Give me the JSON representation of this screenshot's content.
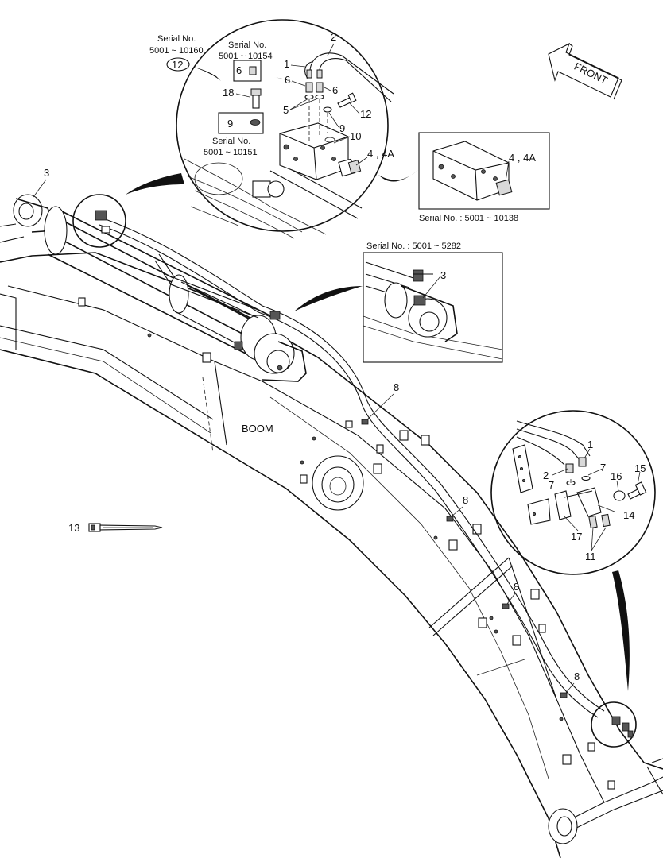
{
  "labels": {
    "front": "FRONT",
    "boom": "BOOM",
    "serial_1": "Serial No.",
    "serial_1_range": "5001 ~ 10160",
    "serial_2": "Serial No.",
    "serial_2_range": "5001 ~ 10154",
    "serial_3": "Serial No.",
    "serial_3_range": "5001 ~ 10151",
    "serial_4": "Serial No. : 5001 ~ 10138",
    "serial_5": "Serial No. : 5001 ~ 5282"
  },
  "callouts": {
    "c1a": "1",
    "c2a": "2",
    "c3a": "3",
    "c3b": "3",
    "c4a": "4 , 4A",
    "c4b": "4 , 4A",
    "c5": "5",
    "c6a": "6",
    "c6b": "6",
    "c6c": "6",
    "c9a": "9",
    "c9b": "9",
    "c10": "10",
    "c12a": "12",
    "c12b": "12",
    "c18": "18",
    "c13": "13",
    "c8a": "8",
    "c8b": "8",
    "c8c": "8",
    "c8d": "8",
    "c1b": "1",
    "c2b": "2",
    "c7a": "7",
    "c7b": "7",
    "c15": "15",
    "c16": "16",
    "c14": "14",
    "c17": "17",
    "c11": "11"
  }
}
